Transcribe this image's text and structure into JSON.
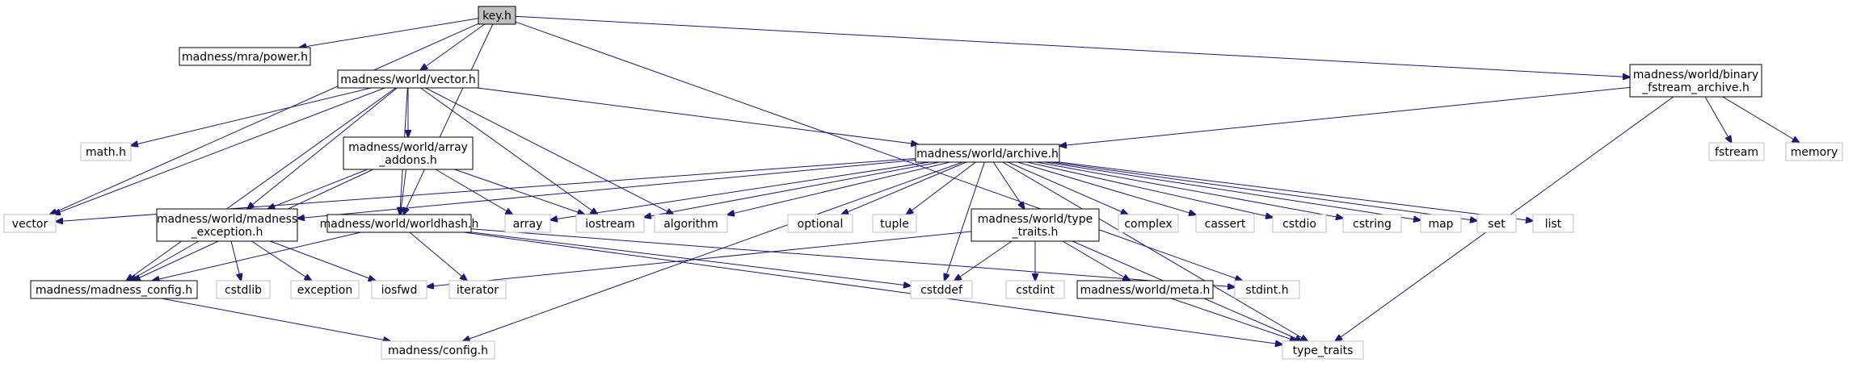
{
  "graph": {
    "colors": {
      "edge": "#191970",
      "arrow": "#191970",
      "node_border_internal": "#000000",
      "node_border_external": "#bfbfbf",
      "node_fill": "#ffffff",
      "root_fill": "#bfbfbf",
      "text": "#000000",
      "external_text": "#3f3f3f"
    },
    "nodes": [
      {
        "id": "key",
        "label": "key.h",
        "kind": "root"
      },
      {
        "id": "power",
        "label": "madness/mra/power.h",
        "kind": "internal"
      },
      {
        "id": "vectorh",
        "label": "madness/world/vector.h",
        "kind": "internal"
      },
      {
        "id": "bfa",
        "label": "madness/world/binary\n_fstream_archive.h",
        "kind": "internal"
      },
      {
        "id": "mathh",
        "label": "math.h",
        "kind": "external"
      },
      {
        "id": "arradd",
        "label": "madness/world/array\n_addons.h",
        "kind": "internal"
      },
      {
        "id": "archive",
        "label": "madness/world/archive.h",
        "kind": "internal"
      },
      {
        "id": "fstream",
        "label": "fstream",
        "kind": "external"
      },
      {
        "id": "memory",
        "label": "memory",
        "kind": "external"
      },
      {
        "id": "vector",
        "label": "vector",
        "kind": "external"
      },
      {
        "id": "madexc",
        "label": "madness/world/madness\n_exception.h",
        "kind": "internal"
      },
      {
        "id": "worldhash",
        "label": "madness/world/worldhash.h",
        "kind": "internal"
      },
      {
        "id": "array",
        "label": "array",
        "kind": "external"
      },
      {
        "id": "iostream",
        "label": "iostream",
        "kind": "external"
      },
      {
        "id": "algorithm",
        "label": "algorithm",
        "kind": "external"
      },
      {
        "id": "optional",
        "label": "optional",
        "kind": "external"
      },
      {
        "id": "tuple",
        "label": "tuple",
        "kind": "external"
      },
      {
        "id": "typetraits_h",
        "label": "madness/world/type\n_traits.h",
        "kind": "internal"
      },
      {
        "id": "complex",
        "label": "complex",
        "kind": "external"
      },
      {
        "id": "cassert",
        "label": "cassert",
        "kind": "external"
      },
      {
        "id": "cstdio",
        "label": "cstdio",
        "kind": "external"
      },
      {
        "id": "cstring",
        "label": "cstring",
        "kind": "external"
      },
      {
        "id": "map",
        "label": "map",
        "kind": "external"
      },
      {
        "id": "set",
        "label": "set",
        "kind": "external"
      },
      {
        "id": "list",
        "label": "list",
        "kind": "external"
      },
      {
        "id": "madcfg",
        "label": "madness/madness_config.h",
        "kind": "internal"
      },
      {
        "id": "cstdlib",
        "label": "cstdlib",
        "kind": "external"
      },
      {
        "id": "exception",
        "label": "exception",
        "kind": "external"
      },
      {
        "id": "iosfwd",
        "label": "iosfwd",
        "kind": "external"
      },
      {
        "id": "iterator",
        "label": "iterator",
        "kind": "external"
      },
      {
        "id": "cstddef",
        "label": "cstddef",
        "kind": "external"
      },
      {
        "id": "cstdint",
        "label": "cstdint",
        "kind": "external"
      },
      {
        "id": "meta",
        "label": "madness/world/meta.h",
        "kind": "internal"
      },
      {
        "id": "stdint",
        "label": "stdint.h",
        "kind": "external"
      },
      {
        "id": "config",
        "label": "madness/config.h",
        "kind": "external"
      },
      {
        "id": "type_traits",
        "label": "type_traits",
        "kind": "external"
      }
    ],
    "edges": [
      [
        "key",
        "vector"
      ],
      [
        "key",
        "power"
      ],
      [
        "key",
        "vectorh"
      ],
      [
        "key",
        "worldhash"
      ],
      [
        "key",
        "bfa"
      ],
      [
        "key",
        "stdint"
      ],
      [
        "vectorh",
        "vector"
      ],
      [
        "vectorh",
        "mathh"
      ],
      [
        "vectorh",
        "madcfg"
      ],
      [
        "vectorh",
        "madexc"
      ],
      [
        "vectorh",
        "worldhash"
      ],
      [
        "vectorh",
        "arradd"
      ],
      [
        "vectorh",
        "iostream"
      ],
      [
        "vectorh",
        "algorithm"
      ],
      [
        "vectorh",
        "archive"
      ],
      [
        "bfa",
        "archive"
      ],
      [
        "bfa",
        "fstream"
      ],
      [
        "bfa",
        "memory"
      ],
      [
        "bfa",
        "type_traits"
      ],
      [
        "arradd",
        "madcfg"
      ],
      [
        "arradd",
        "madexc"
      ],
      [
        "arradd",
        "worldhash"
      ],
      [
        "arradd",
        "array"
      ],
      [
        "arradd",
        "iostream"
      ],
      [
        "archive",
        "vector"
      ],
      [
        "archive",
        "madexc"
      ],
      [
        "archive",
        "array"
      ],
      [
        "archive",
        "iostream"
      ],
      [
        "archive",
        "algorithm"
      ],
      [
        "archive",
        "optional"
      ],
      [
        "archive",
        "tuple"
      ],
      [
        "archive",
        "cstddef"
      ],
      [
        "archive",
        "typetraits_h"
      ],
      [
        "archive",
        "complex"
      ],
      [
        "archive",
        "cassert"
      ],
      [
        "archive",
        "cstdio"
      ],
      [
        "archive",
        "cstring"
      ],
      [
        "archive",
        "map"
      ],
      [
        "archive",
        "set"
      ],
      [
        "archive",
        "list"
      ],
      [
        "archive",
        "config"
      ],
      [
        "archive",
        "type_traits"
      ],
      [
        "madexc",
        "madcfg"
      ],
      [
        "madexc",
        "cstdlib"
      ],
      [
        "madexc",
        "exception"
      ],
      [
        "madexc",
        "iosfwd"
      ],
      [
        "worldhash",
        "madcfg"
      ],
      [
        "worldhash",
        "iterator"
      ],
      [
        "worldhash",
        "cstddef"
      ],
      [
        "worldhash",
        "stdint"
      ],
      [
        "worldhash",
        "type_traits"
      ],
      [
        "typetraits_h",
        "iosfwd"
      ],
      [
        "typetraits_h",
        "cstddef"
      ],
      [
        "typetraits_h",
        "cstdint"
      ],
      [
        "typetraits_h",
        "meta"
      ],
      [
        "typetraits_h",
        "type_traits"
      ],
      [
        "meta",
        "type_traits"
      ],
      [
        "madcfg",
        "config"
      ]
    ]
  }
}
